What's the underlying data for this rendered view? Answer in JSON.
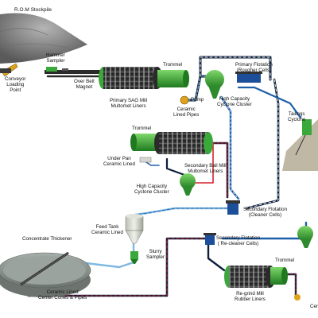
{
  "labels": {
    "rom_stockpile": "R.O.M Stockpile",
    "hammer_sampler": "Hammer\nSampler",
    "conveyor_loading": "Conveyor\nLoading\nPoint",
    "over_belt_magnet": "Over Belt\nMagnet",
    "primary_sag_mill": "Primary SAG Mill\nMultomet Liners",
    "trommel_1": "Trommel",
    "pump": "Pump",
    "ceramic_lined_pipes": "Ceramic\nLined Pipes",
    "primary_flotation": "Primary Flotation\n(Rougher Cells)",
    "high_capacity_cyclone_cluster_1": "High Capacity\nCyclone Cluster",
    "tailings_cyclone": "Tailings\nCyclone",
    "trommel_2": "Trommel",
    "under_pan": "Under Pan\nCeramic Lined",
    "secondary_ball_mill": "Secondary Ball Mill\nMultomet Liners",
    "high_capacity_cyclone_cluster_2": "High Capacity\nCyclone Cluster",
    "secondary_flotation_cleaner": "Secondary Flotation\n(Cleaner Cells)",
    "feed_tank": "Feed Tank\nCeramic Lined",
    "concentrate_thickener": "Concentrate Thickener",
    "secondary_flotation_recleaner": "Secondary Flotation\n( Re-cleaner Cells)",
    "slurry_sampler": "Slurry\nSampler",
    "trommel_3": "Trommel",
    "regrind_mill": "Re-grind Mill\nRubber Liners",
    "ceramic_lined_center_cones": "Ceramic Lined\nCenter Cones & Pipes",
    "cer_cut": "Cer"
  },
  "colors": {
    "equipment_green": "#3aa83a",
    "drum_dark": "#2b2b2b",
    "drum_stripe": "#8a8a8a",
    "pipe_blue": "#1d5fa8",
    "pipe_dark": "#0d1f3a",
    "pipe_red": "#d8202b",
    "pipe_light": "#7fb8e0",
    "ore_grey": "#8c8c8c",
    "conveyor_orange": "#e0a21a",
    "concrete": "#8d9591"
  }
}
